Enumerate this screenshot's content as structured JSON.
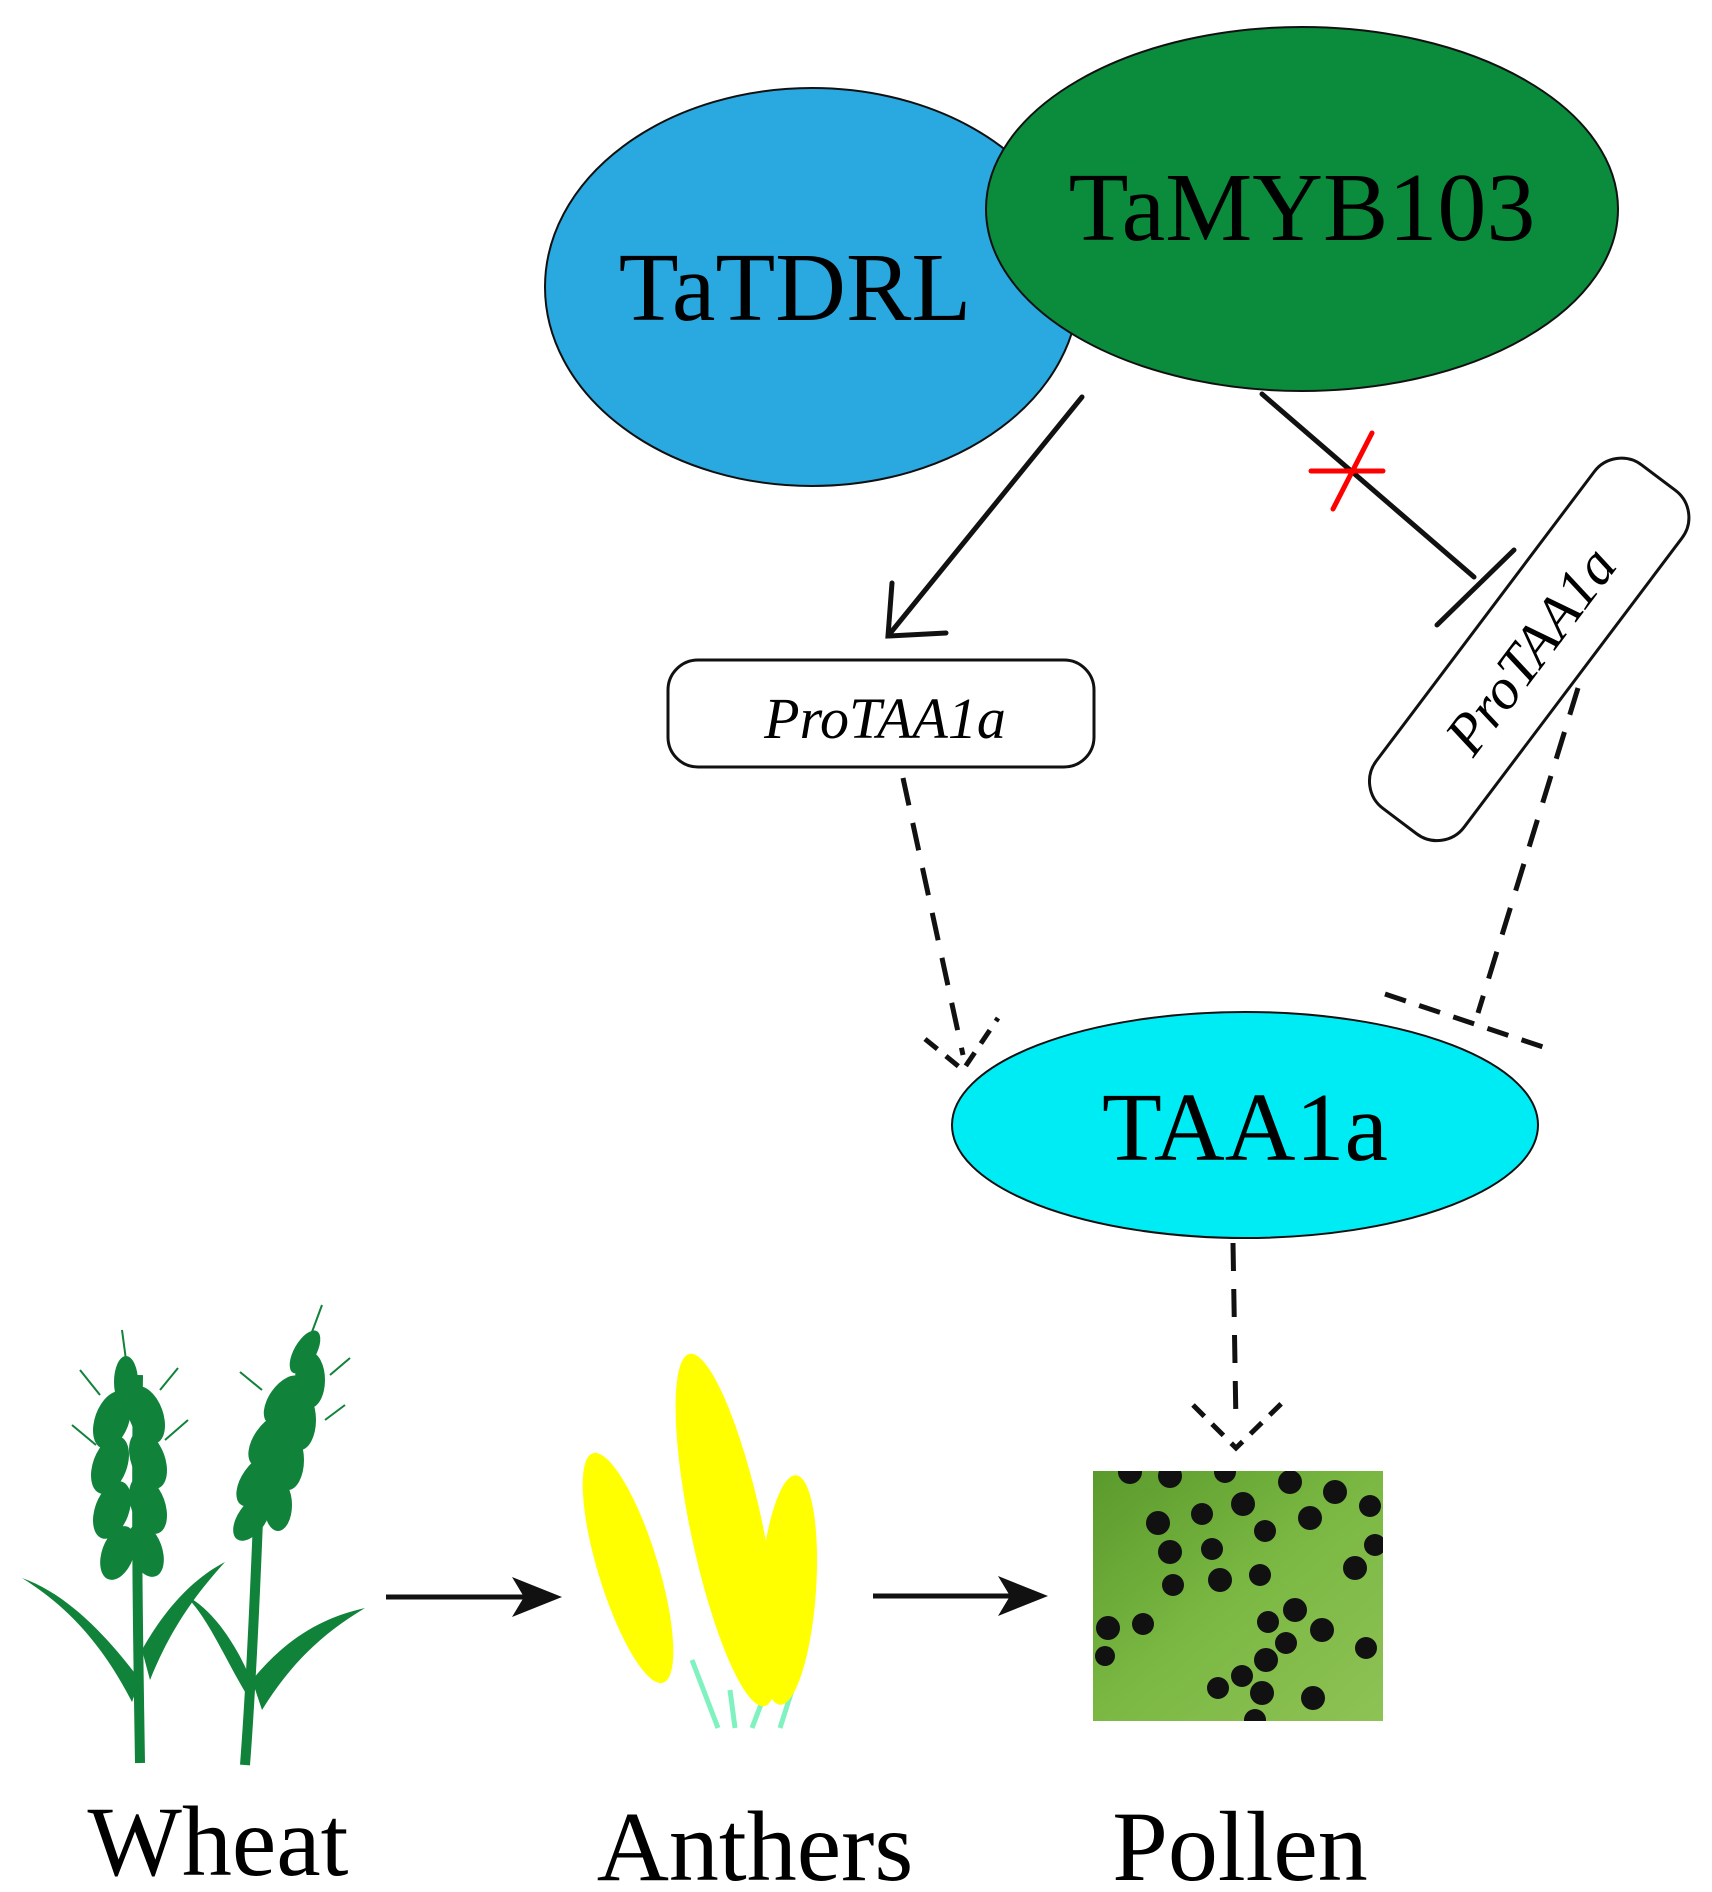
{
  "nodes": {
    "tatdrl": {
      "label": "TaTDRL",
      "color": "#2aa8e0"
    },
    "tamyb103": {
      "label": "TaMYB103",
      "color": "#0a8c3c"
    },
    "promoter_left": {
      "label": "ProTAA1a"
    },
    "promoter_right": {
      "label": "ProTAA1a"
    },
    "taa1a": {
      "label": "TAA1a",
      "color": "#00ecf5"
    }
  },
  "edges": [
    {
      "from": "TaTDRL",
      "to": "ProTAA1a",
      "type": "activation"
    },
    {
      "from": "TaMYB103",
      "to": "ProTAA1a",
      "type": "inhibition-blocked"
    },
    {
      "from": "ProTAA1a",
      "to": "TAA1a",
      "type": "indirect"
    },
    {
      "from": "TAA1a",
      "to": "Pollen",
      "type": "indirect"
    }
  ],
  "pathway": {
    "wheat": {
      "label": "Wheat",
      "color": "#10823a"
    },
    "anthers": {
      "label": "Anthers",
      "color": "#ffff00",
      "stalk_color": "#7ff2c0"
    },
    "pollen": {
      "label": "Pollen",
      "bg_color": "#6fae38",
      "grain_color": "#111111"
    }
  },
  "colors": {
    "line": "#111111",
    "cross": "#ff0000"
  }
}
